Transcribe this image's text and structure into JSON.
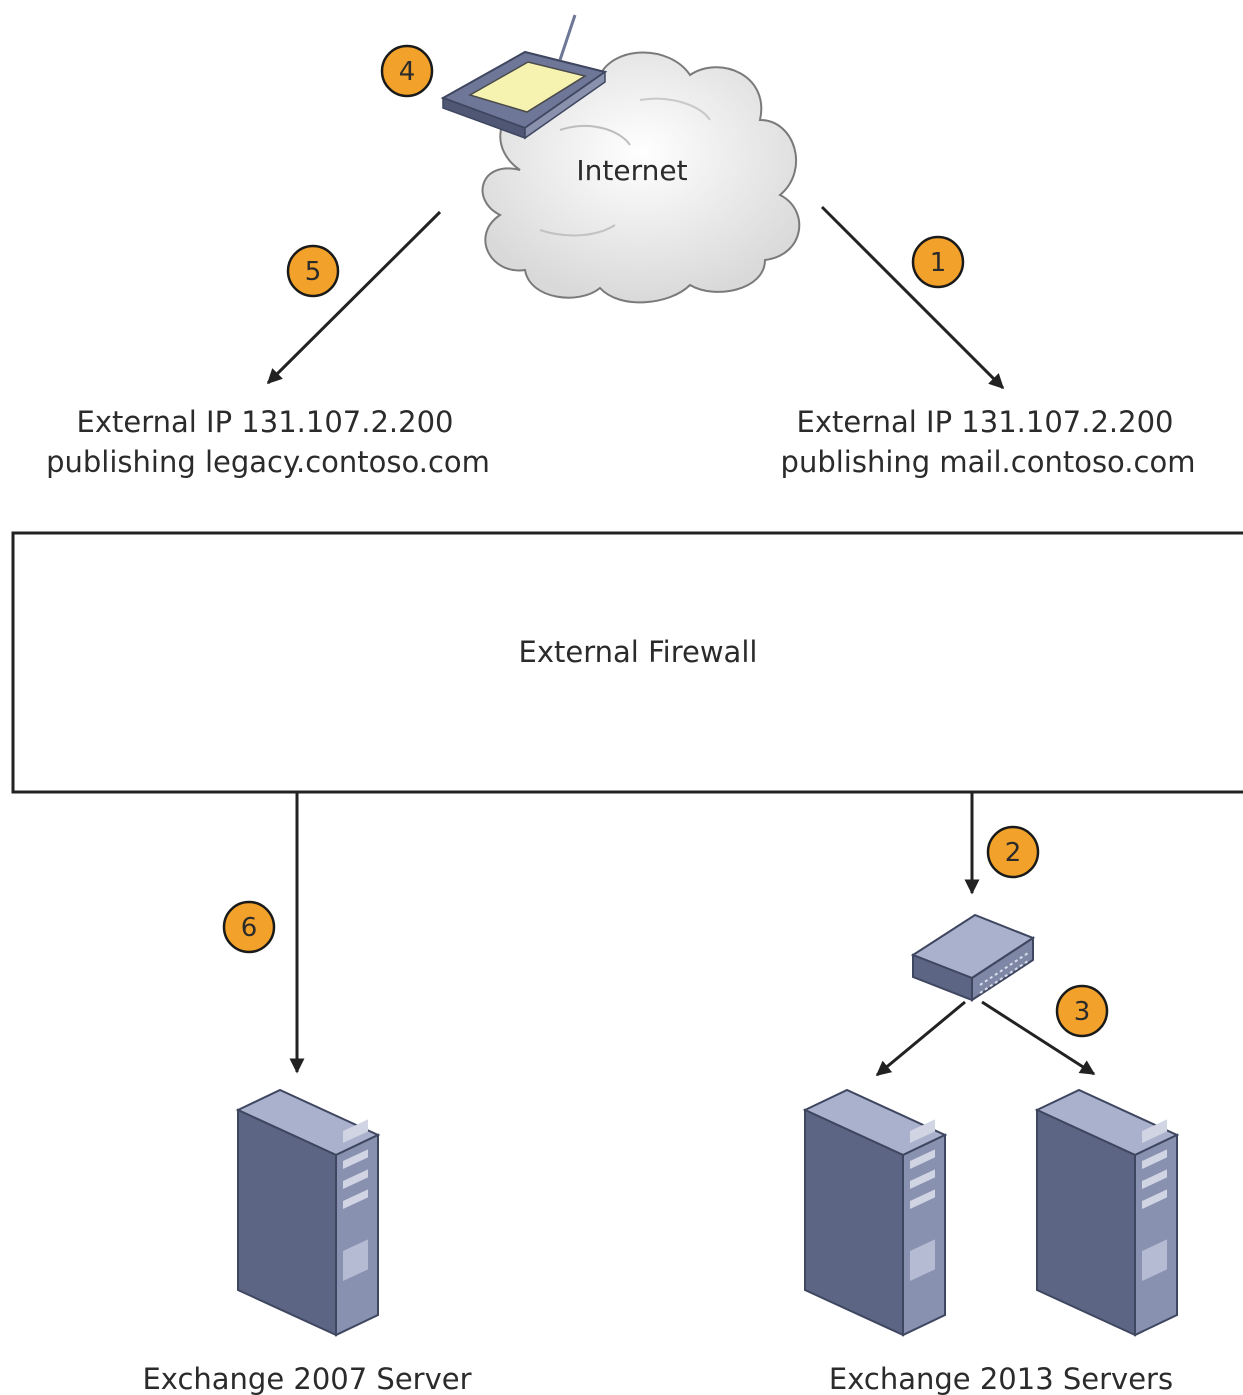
{
  "cloud": {
    "label": "Internet"
  },
  "left_endpoint": {
    "line1": "External IP 131.107.2.200",
    "line2": "publishing legacy.contoso.com"
  },
  "right_endpoint": {
    "line1": "External IP 131.107.2.200",
    "line2": "publishing mail.contoso.com"
  },
  "firewall": {
    "label": "External Firewall"
  },
  "servers": {
    "legacy_label": "Exchange 2007 Server",
    "new_label": "Exchange 2013 Servers"
  },
  "steps": [
    "1",
    "2",
    "3",
    "4",
    "5",
    "6"
  ],
  "colors": {
    "badge_fill": "#F2A22A",
    "badge_stroke": "#1a1a1a",
    "line": "#222222",
    "server_front": "#5c6583",
    "server_side": "#8891b0",
    "server_top": "#aab1cc",
    "tablet_screen": "#f6f3b0"
  }
}
